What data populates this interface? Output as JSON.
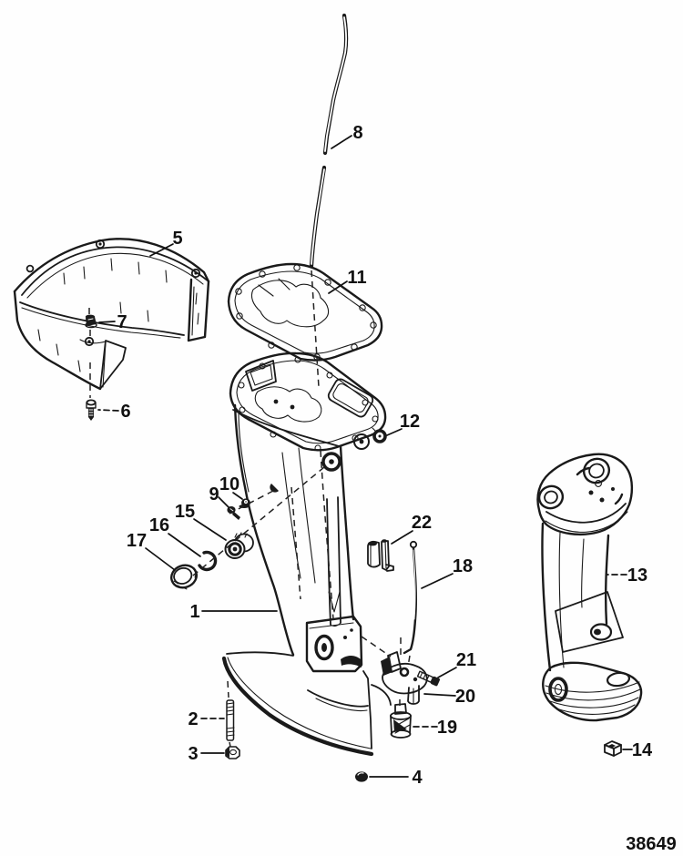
{
  "figure": {
    "drawing_number": "38649"
  },
  "colors": {
    "ink": "#1a1a1a",
    "paper": "#ffffff"
  },
  "callouts": [
    {
      "part": 1,
      "label": "1"
    },
    {
      "part": 2,
      "label": "2"
    },
    {
      "part": 3,
      "label": "3"
    },
    {
      "part": 4,
      "label": "4"
    },
    {
      "part": 5,
      "label": "5"
    },
    {
      "part": 6,
      "label": "6"
    },
    {
      "part": 7,
      "label": "7"
    },
    {
      "part": 8,
      "label": "8"
    },
    {
      "part": 9,
      "label": "9"
    },
    {
      "part": 10,
      "label": "10"
    },
    {
      "part": 11,
      "label": "11"
    },
    {
      "part": 12,
      "label": "12"
    },
    {
      "part": 13,
      "label": "13"
    },
    {
      "part": 14,
      "label": "14"
    },
    {
      "part": 15,
      "label": "15"
    },
    {
      "part": 16,
      "label": "16"
    },
    {
      "part": 17,
      "label": "17"
    },
    {
      "part": 18,
      "label": "18"
    },
    {
      "part": 19,
      "label": "19"
    },
    {
      "part": 20,
      "label": "20"
    },
    {
      "part": 21,
      "label": "21"
    },
    {
      "part": 22,
      "label": "22"
    }
  ]
}
